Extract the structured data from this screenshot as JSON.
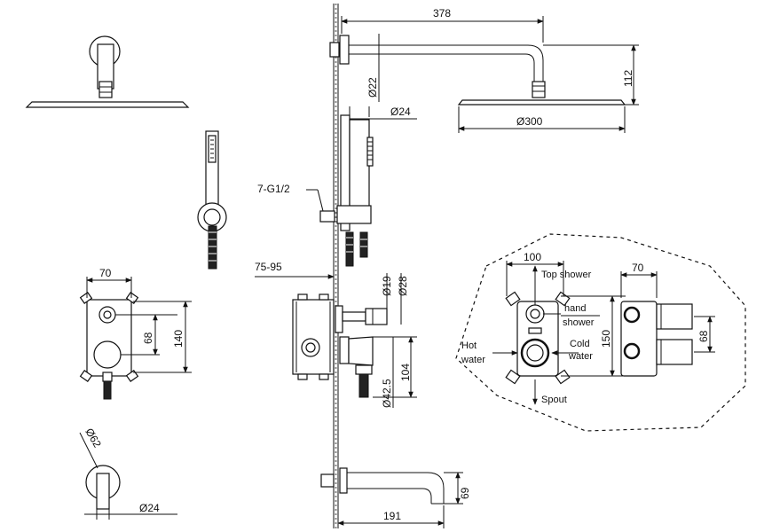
{
  "dimensions": {
    "arm_length": "378",
    "arm_dia": "Ø22",
    "drop_height": "112",
    "head_dia": "Ø300",
    "holder_dia": "Ø24",
    "thread": "7-G1/2",
    "wall_depth": "75-95",
    "pipe_dia_19": "Ø19",
    "pipe_dia_28": "Ø28",
    "lever_dia": "Ø42.5",
    "lever_depth": "104",
    "box_width": "70",
    "box_height": "140",
    "box_centers": "68",
    "flange_dia": "Ø62",
    "spout_dia": "Ø24",
    "spout_length": "191",
    "spout_height": "69"
  },
  "detail": {
    "width_100": "100",
    "height_150": "150",
    "side_width": "70",
    "side_centers": "68",
    "top_shower": "Top shower",
    "hand_shower_1": "hand",
    "hand_shower_2": "shower",
    "hot_1": "Hot",
    "hot_2": "water",
    "cold_1": "Cold",
    "cold_2": "water",
    "spout": "Spout"
  }
}
